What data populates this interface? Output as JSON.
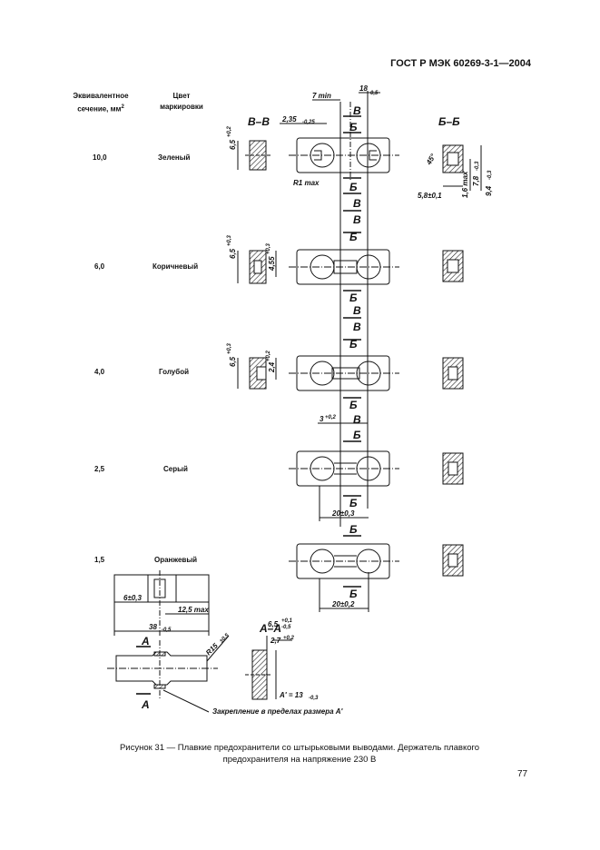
{
  "header": {
    "standard": "ГОСТ Р МЭК 60269-3-1—2004"
  },
  "table": {
    "col1": {
      "line1": "Эквивалентное",
      "line2": "сечение, мм",
      "sup": "2"
    },
    "col2": {
      "line1": "Цвет",
      "line2": "маркировки"
    },
    "rows": [
      {
        "section": "10,0",
        "color": "Зеленый"
      },
      {
        "section": "6,0",
        "color": "Коричневый"
      },
      {
        "section": "4,0",
        "color": "Голубой"
      },
      {
        "section": "2,5",
        "color": "Серый"
      },
      {
        "section": "1,5",
        "color": "Оранжевый"
      }
    ]
  },
  "drawing": {
    "sections": {
      "vv": "В–В",
      "bb": "Б–Б",
      "aa": "А–А",
      "v": "В",
      "b": "Б",
      "a": "А"
    },
    "dims": {
      "d7": "7 min",
      "d18": "18",
      "d18tol": "-0,5",
      "d235": "2,35",
      "d235tol": "-0,25",
      "r1": "R1 max",
      "d65_1": "6,5",
      "d65_1tol": "+0,2",
      "d45deg": "45°",
      "d16": "1,6 max",
      "d78": "7,8",
      "d78tol": "-0,3",
      "d94": "9,4",
      "d94tol": "-0,3",
      "d58": "5,8±0,1",
      "d65_2": "6,5",
      "d65_2tol": "+0,3",
      "d455": "4,55",
      "d455tol": "+0,3",
      "d65_3": "6,5",
      "d65_3tol": "+0,3",
      "d24": "2,4",
      "d24tol": "+0,2",
      "d3": "3",
      "d3tol": "+0,2",
      "d20a": "20±0,3",
      "d20b": "20±0,2",
      "d6": "6±0,3",
      "d125": "12,5 max",
      "d38": "38",
      "d38tol": "-0,5",
      "r15": "R15",
      "r15tol": "±0,5",
      "d65_4": "6,5",
      "d65_4tol1": "+0,1",
      "d65_4tol2": "-0,5",
      "d27": "2,7",
      "d27tol": "+0,2",
      "d13": "A' = 13",
      "d13tol": "-0,3",
      "note": "Закрепление в пределах размера А'"
    }
  },
  "caption": {
    "line1": "Рисунок 31 — Плавкие предохранители со штырьковыми выводами. Держатель плавкого",
    "line2": "предохранителя на напряжение 230 В"
  },
  "page_number": "77"
}
